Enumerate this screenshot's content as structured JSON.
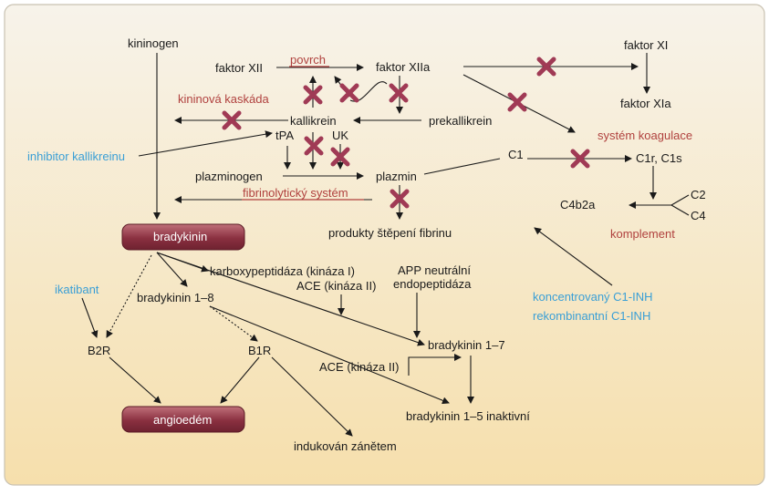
{
  "labels": {
    "kininogen": "kininogen",
    "faktor_xii": "faktor XII",
    "povrch": "povrch",
    "faktor_xiia": "faktor XIIa",
    "faktor_xi": "faktor XI",
    "faktor_xia": "faktor XIa",
    "kininova_kaskada": "kininová kaskáda",
    "kallikrein": "kallikrein",
    "prekallikrein": "prekallikrein",
    "tpa": "tPA",
    "uk": "UK",
    "system_koagulace": "systém koagulace",
    "inhibitor_kallikreinu": "inhibitor kallikreinu",
    "c1": "C1",
    "c1r_c1s": "C1r, C1s",
    "plazminogen": "plazminogen",
    "plazmin": "plazmin",
    "fibrinolyticky_system": "fibrinolytický systém",
    "c4b2a": "C4b2a",
    "c2": "C2",
    "c4": "C4",
    "produkty": "produkty štěpení fibrinu",
    "bradykinin": "bradykinin",
    "komplement": "komplement",
    "karboxypeptidaza": "karboxypeptidáza (kináza I)",
    "ace1": "ACE (kináza II)",
    "app_line1": "APP neutrální",
    "app_line2": "endopeptidáza",
    "ikatibant": "ikatibant",
    "bradykinin_1_8": "bradykinin 1–8",
    "koncentrovany": "koncentrovaný C1-INH",
    "rekombinantni": "rekombinantní C1-INH",
    "b2r": "B2R",
    "b1r": "B1R",
    "bradykinin_1_7": "bradykinin 1–7",
    "ace2": "ACE (kináza II)",
    "bradykinin_1_5": "bradykinin 1–5 inaktivní",
    "angioedem": "angioedém",
    "indukovan": "indukován zánětem"
  },
  "colors": {
    "background_top": "#f7f3ea",
    "background_bottom": "#f6dfac",
    "text": "#1a1a1a",
    "red_label": "#b0413e",
    "blue_label": "#3a9fd6",
    "block_mark": "#a03a55",
    "pill_dark": "#7a2a34",
    "pill_light": "#c0707a"
  },
  "icons": {
    "block": "x-mark-icon"
  }
}
